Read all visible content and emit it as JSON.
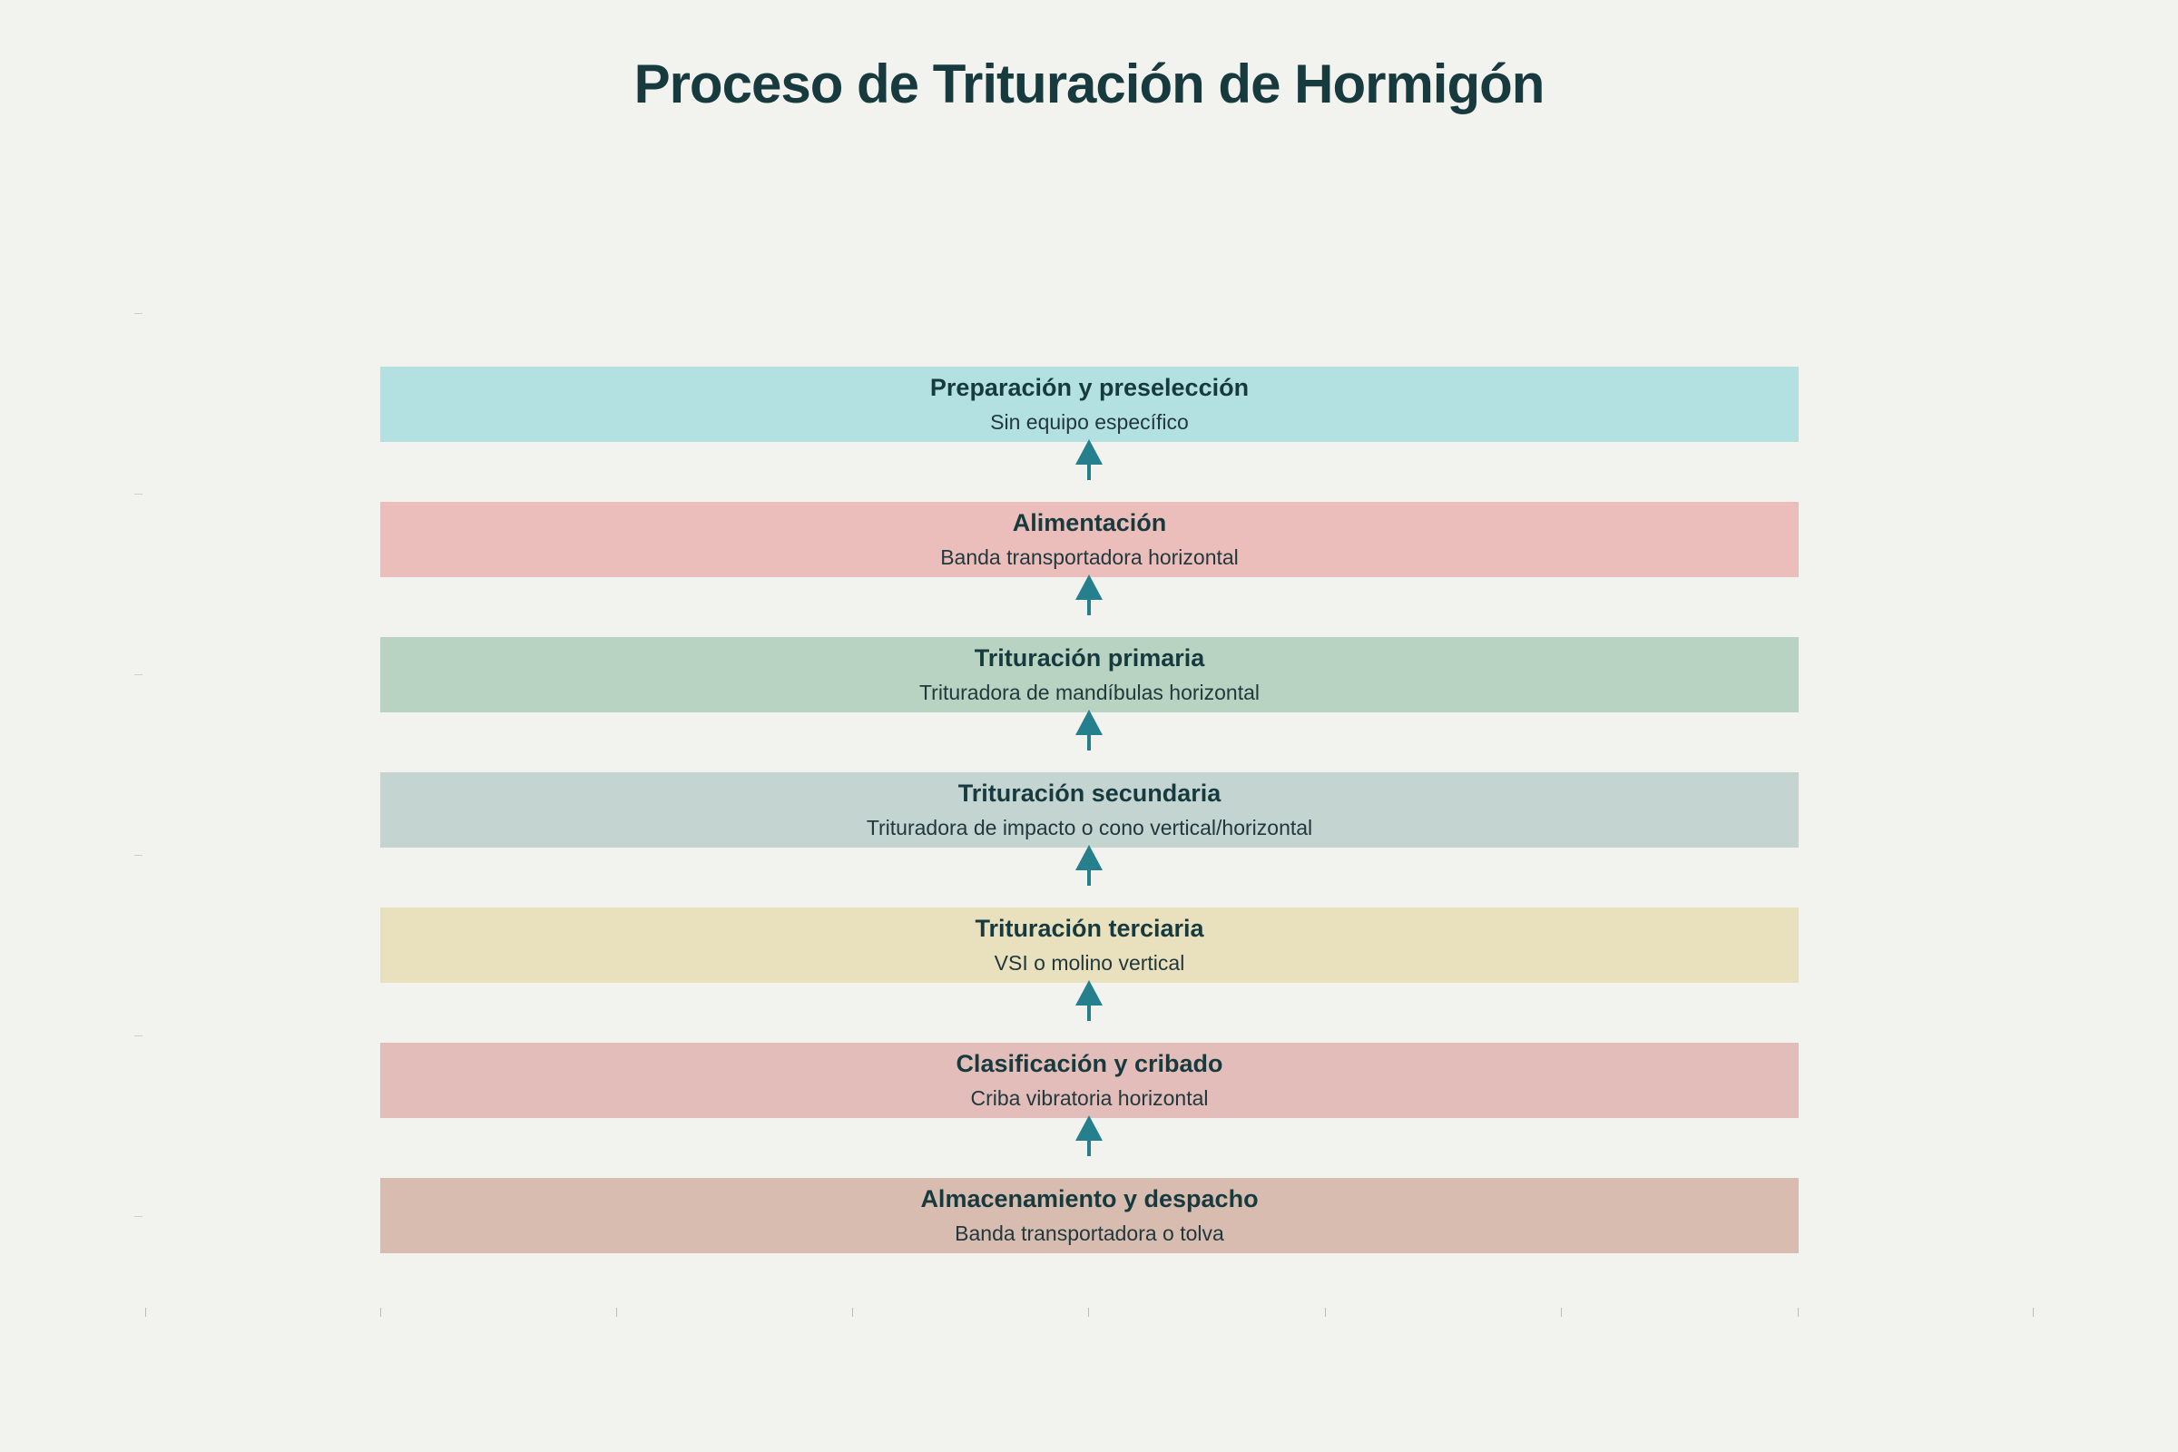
{
  "title": "Proceso de Trituración de Hormigón",
  "accent_color": "#267f8c",
  "stages": [
    {
      "name": "Preparación y preselección",
      "equipment": "Sin equipo específico",
      "color": "#b3e1e2"
    },
    {
      "name": "Alimentación",
      "equipment": "Banda transportadora horizontal",
      "color": "#ecbebb"
    },
    {
      "name": "Trituración primaria",
      "equipment": "Trituradora de mandíbulas horizontal",
      "color": "#b8d3c1"
    },
    {
      "name": "Trituración secundaria",
      "equipment": "Trituradora de impacto o cono vertical/horizontal",
      "color": "#c4d4d1"
    },
    {
      "name": "Trituración terciaria",
      "equipment": "VSI o molino vertical",
      "color": "#e9e0be"
    },
    {
      "name": "Clasificación y cribado",
      "equipment": "Criba vibratoria horizontal",
      "color": "#e2bdb9"
    },
    {
      "name": "Almacenamiento y despacho",
      "equipment": "Banda transportadora o tolva",
      "color": "#d7bcaf"
    }
  ]
}
